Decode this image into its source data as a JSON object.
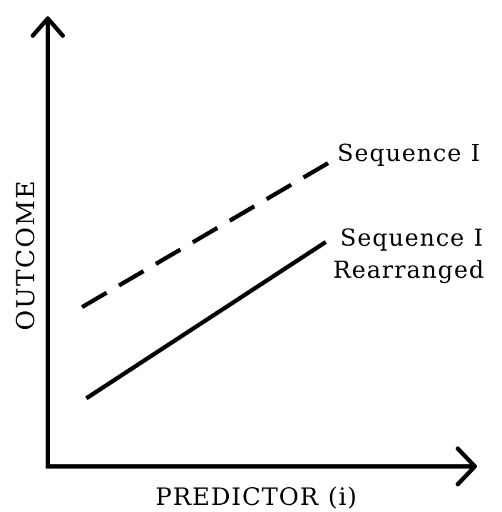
{
  "chart_data": {
    "type": "line",
    "title": "",
    "xlabel": "PREDICTOR (i)",
    "ylabel": "OUTCOME",
    "xlim": [
      0,
      10
    ],
    "ylim": [
      0,
      10
    ],
    "grid": false,
    "axis_ticks": false,
    "series": [
      {
        "name": "Sequence I",
        "style": "dashed",
        "x": [
          0.8,
          6.7
        ],
        "y": [
          3.7,
          7.1
        ]
      },
      {
        "name": "Sequence I Rearranged",
        "style": "solid",
        "x": [
          0.9,
          6.5
        ],
        "y": [
          1.6,
          5.2
        ]
      }
    ],
    "labels": {
      "seq1": "Sequence I",
      "seq1r_line1": "Sequence I",
      "seq1r_line2": "Rearranged"
    },
    "colors": {
      "ink": "#000000",
      "background": "#ffffff"
    }
  }
}
